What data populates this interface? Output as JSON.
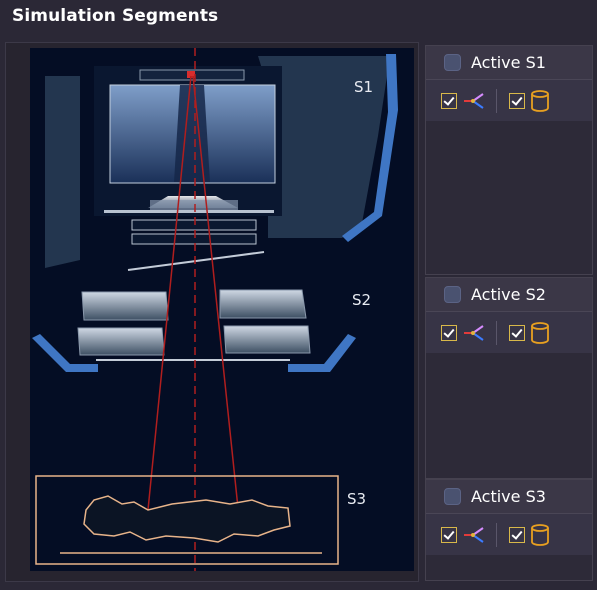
{
  "title": "Simulation Segments",
  "segment_labels": [
    "S1",
    "S2",
    "S3"
  ],
  "panels": [
    {
      "title": "Active S1",
      "active": false
    },
    {
      "title": "Active S2",
      "active": false
    },
    {
      "title": "Active S3",
      "active": false
    }
  ],
  "icons": {
    "branch": "branch-split-icon",
    "database": "database-cylinder-icon"
  },
  "colors": {
    "background": "#2b2836",
    "viewer": "#040d24",
    "beam": "#b01e1e",
    "phantom_outline": "#e8b48a",
    "accent_blue": "#3f76c4",
    "checkbox_gold": "#d8b84a"
  }
}
